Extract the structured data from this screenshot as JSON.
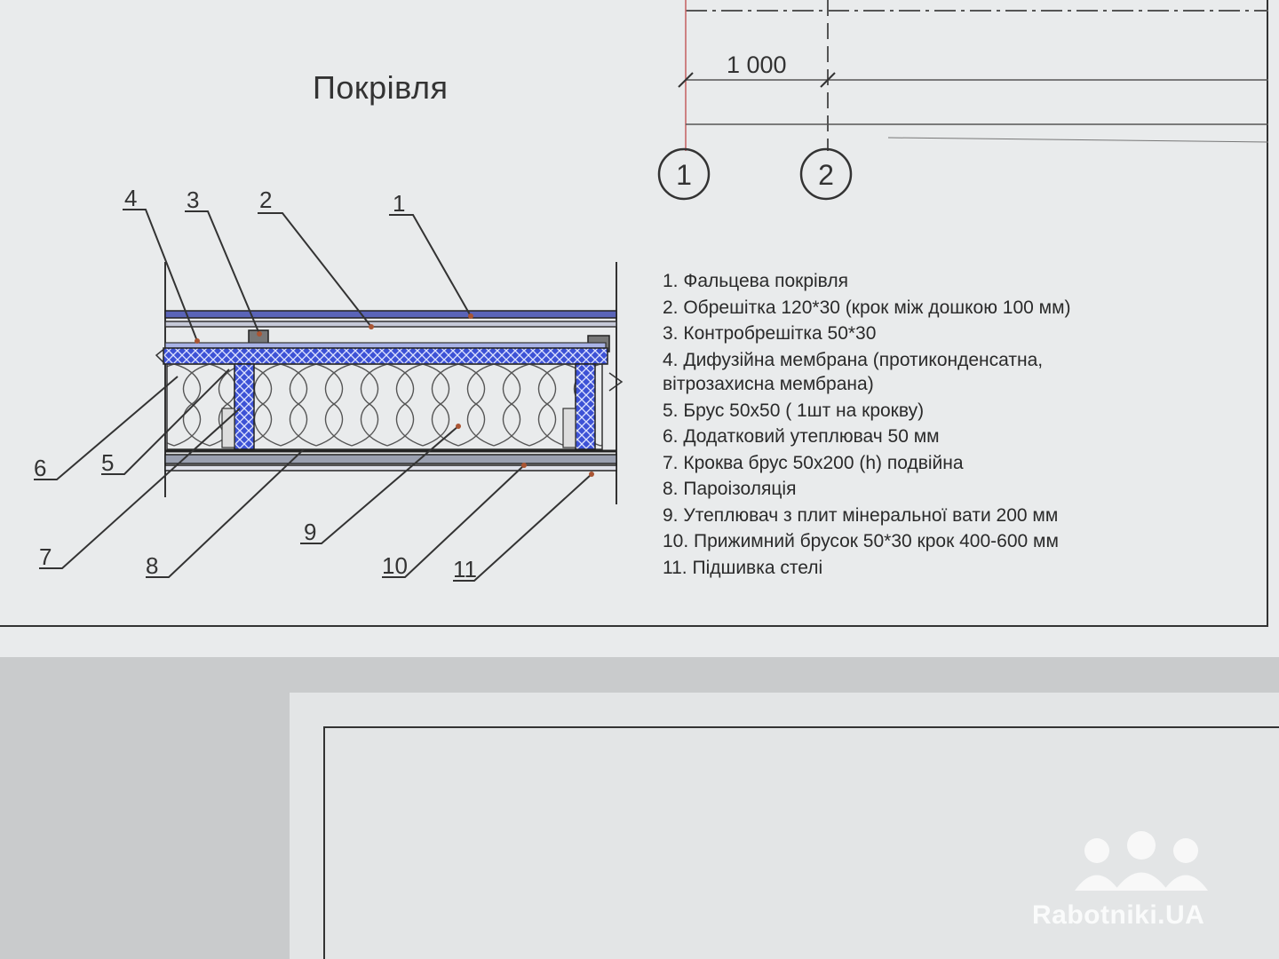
{
  "title": "Покрівля",
  "dimension": "1 000",
  "axes": [
    "1",
    "2"
  ],
  "callouts": [
    "1",
    "2",
    "3",
    "4",
    "5",
    "6",
    "7",
    "8",
    "9",
    "10",
    "11"
  ],
  "legend": [
    "1. Фальцева покрівля",
    "2. Обрешітка 120*30 (крок між дошкою 100 мм)",
    "3. Контробрешітка 50*30",
    "4. Дифузійна мембрана (протиконденсатна,",
    "вітрозахисна мембрана)",
    "5. Брус 50х50 ( 1шт на крокву)",
    "6. Додатковий утеплювач 50 мм",
    "7. Кроква брус 50х200 (h) подвійна",
    "8. Пароізоляція",
    "9. Утеплювач з плит мінеральної вати 200 мм",
    "10. Прижимний брусок 50*30 крок 400-600 мм",
    "11. Підшивка стелі"
  ],
  "watermark": "Rabotniki.UA",
  "colors": {
    "insulation_blue": "#3a4fd0",
    "line": "#333333",
    "paper": "#e9ebec"
  }
}
